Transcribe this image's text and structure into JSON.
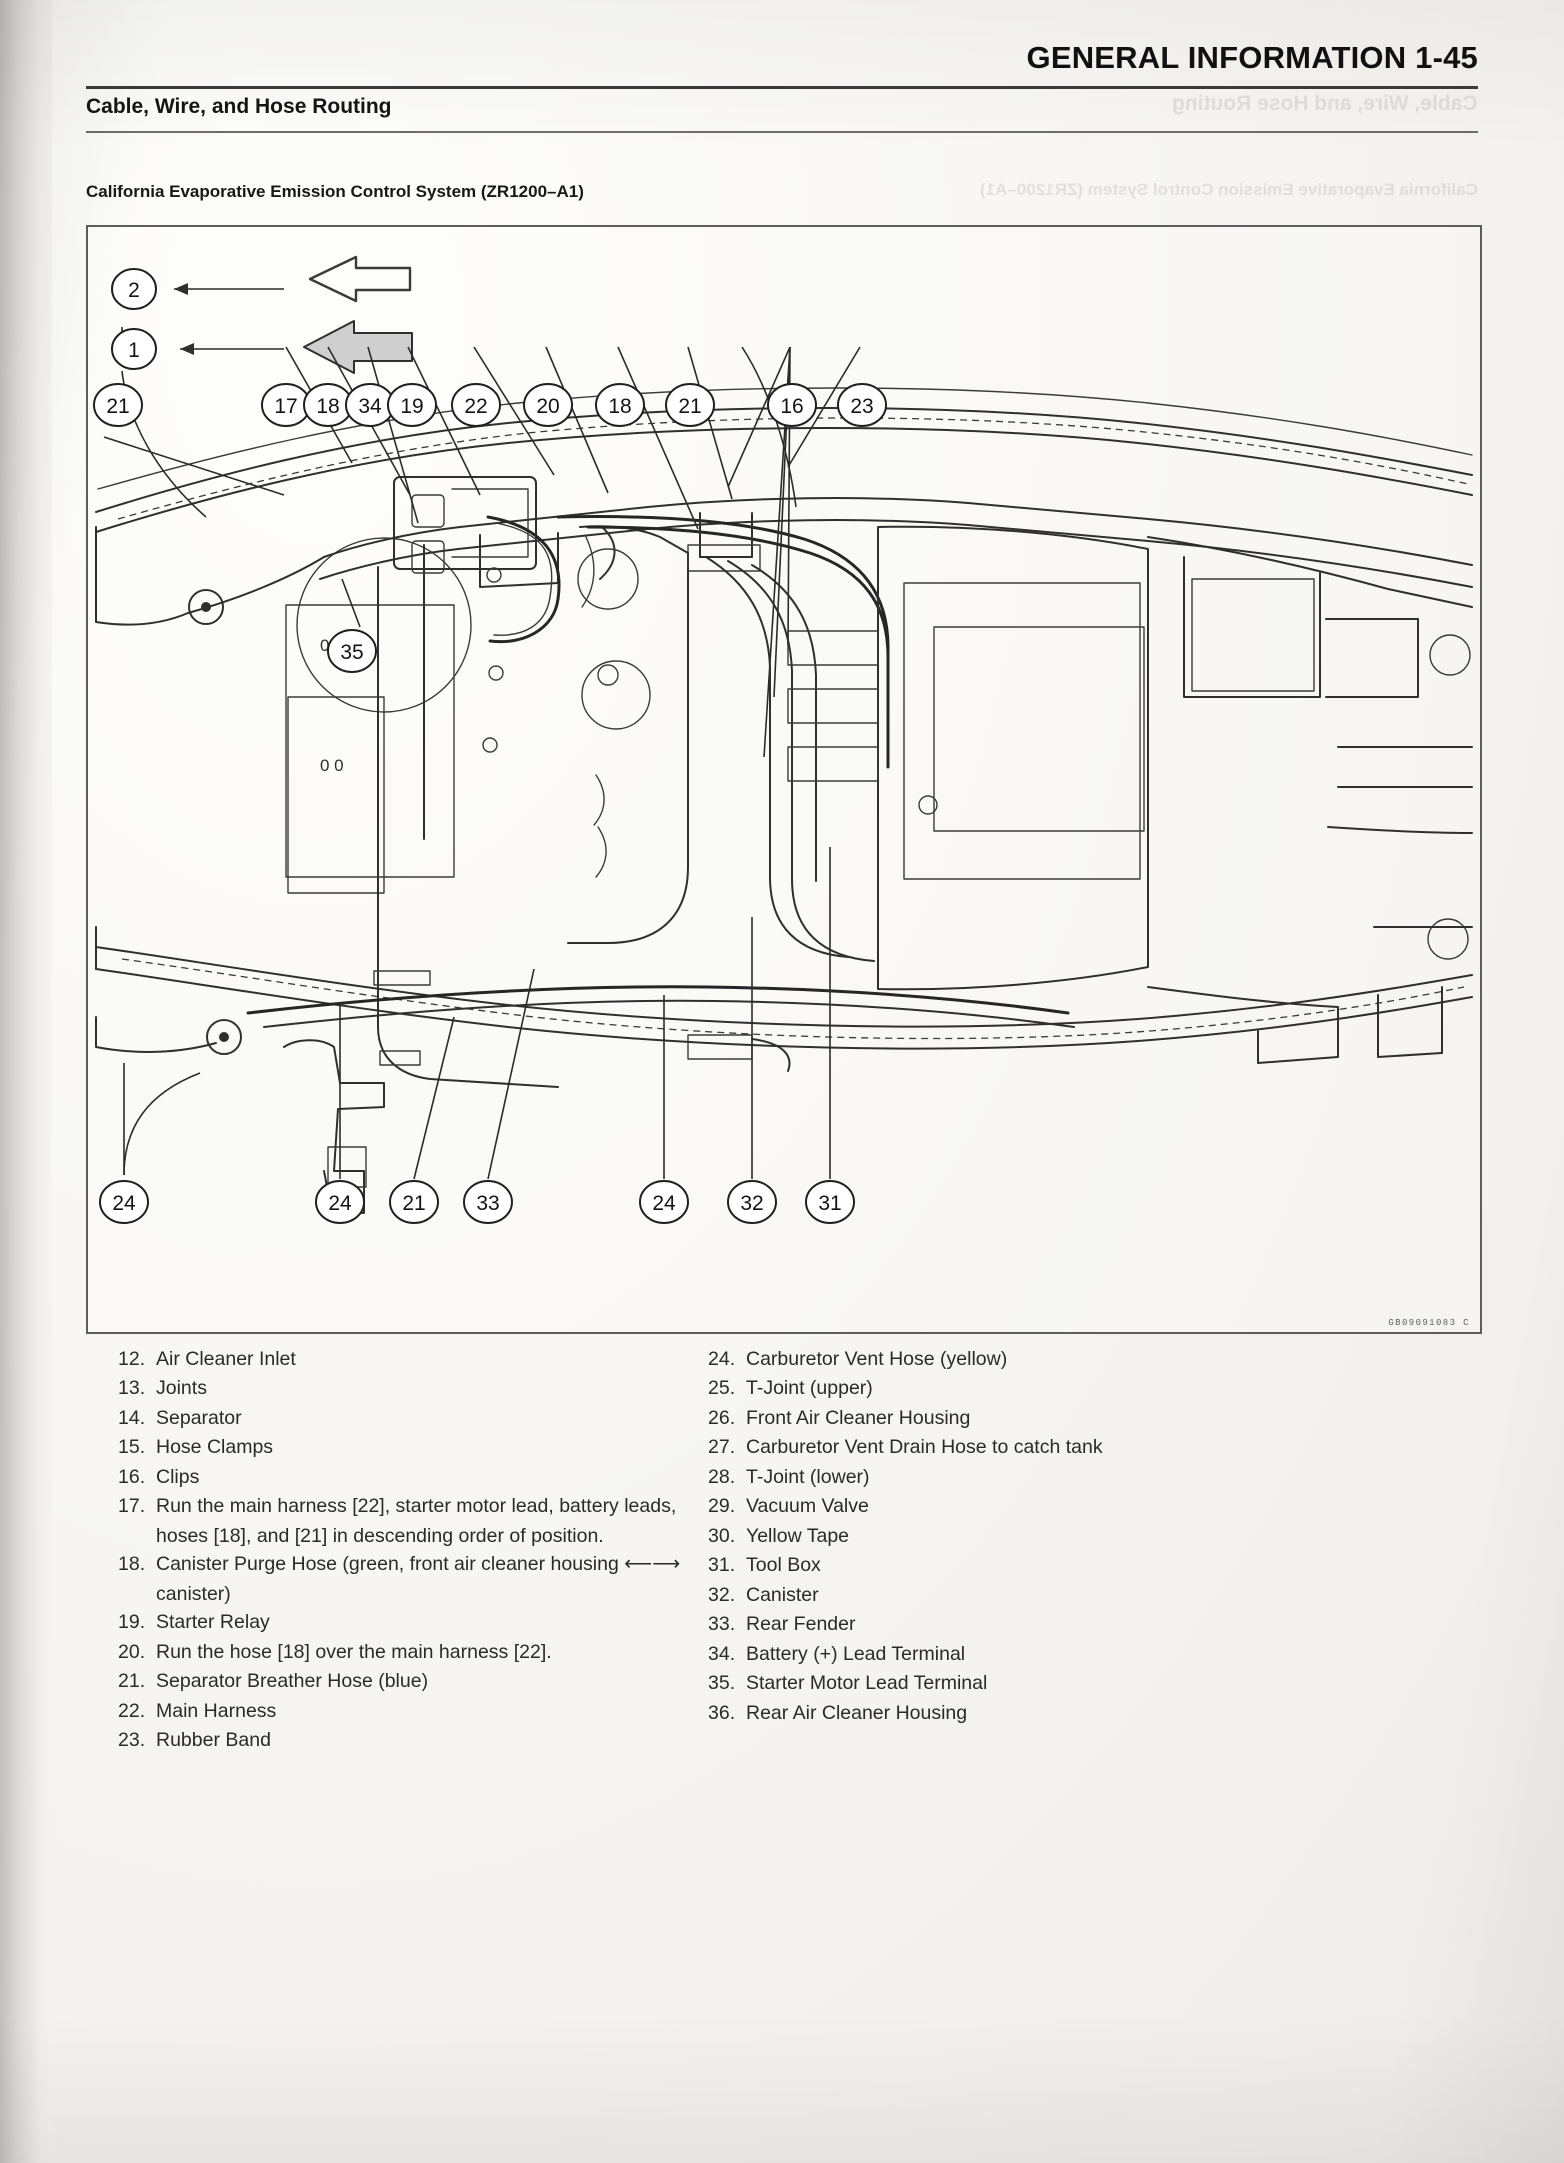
{
  "header": {
    "chapter_title": "GENERAL INFORMATION 1-45",
    "section_title": "Cable, Wire, and Hose Routing",
    "figure_title": "California Evaporative Emission Control System (ZR1200–A1)",
    "figure_code": "GB09091083 C"
  },
  "diagram": {
    "callouts_top_row_a": [
      "2",
      "1",
      "21"
    ],
    "callouts_top_row_b": [
      "17",
      "18",
      "34",
      "19",
      "22",
      "20",
      "18",
      "21",
      "16",
      "23"
    ],
    "callouts_middle": [
      "35"
    ],
    "callouts_bottom": [
      "24",
      "24",
      "21",
      "33",
      "24",
      "32",
      "31"
    ],
    "arrow_labels": [
      "2",
      "1"
    ]
  },
  "legend": {
    "left": [
      {
        "num": "12.",
        "text": "Air Cleaner Inlet"
      },
      {
        "num": "13.",
        "text": "Joints"
      },
      {
        "num": "14.",
        "text": "Separator"
      },
      {
        "num": "15.",
        "text": "Hose Clamps"
      },
      {
        "num": "16.",
        "text": "Clips"
      },
      {
        "num": "17.",
        "text": "Run the main harness [22], starter motor lead, battery leads,",
        "cont": "hoses [18], and [21] in descending order of position."
      },
      {
        "num": "18.",
        "text": "Canister Purge Hose (green, front air cleaner housing ⟵⟶",
        "cont": "canister)"
      },
      {
        "num": "19.",
        "text": "Starter Relay"
      },
      {
        "num": "20.",
        "text": "Run the hose [18] over the main harness [22]."
      },
      {
        "num": "21.",
        "text": "Separator Breather Hose (blue)"
      },
      {
        "num": "22.",
        "text": "Main Harness"
      },
      {
        "num": "23.",
        "text": "Rubber Band"
      }
    ],
    "right": [
      {
        "num": "24.",
        "text": "Carburetor Vent Hose (yellow)"
      },
      {
        "num": "25.",
        "text": "T-Joint (upper)"
      },
      {
        "num": "26.",
        "text": "Front Air Cleaner Housing"
      },
      {
        "num": "27.",
        "text": "Carburetor Vent Drain Hose to catch tank"
      },
      {
        "num": "28.",
        "text": "T-Joint (lower)"
      },
      {
        "num": "29.",
        "text": "Vacuum Valve"
      },
      {
        "num": "30.",
        "text": "Yellow Tape"
      },
      {
        "num": "31.",
        "text": "Tool Box"
      },
      {
        "num": "32.",
        "text": "Canister"
      },
      {
        "num": "33.",
        "text": "Rear Fender"
      },
      {
        "num": "34.",
        "text": "Battery (+) Lead Terminal"
      },
      {
        "num": "35.",
        "text": "Starter Motor Lead Terminal"
      },
      {
        "num": "36.",
        "text": "Rear Air Cleaner Housing"
      }
    ]
  },
  "bleed_through": {
    "line1": "Cable, Wire, and Hose Routing",
    "line2": "California Evaporative Emission Control System (ZR1200–A1)"
  }
}
